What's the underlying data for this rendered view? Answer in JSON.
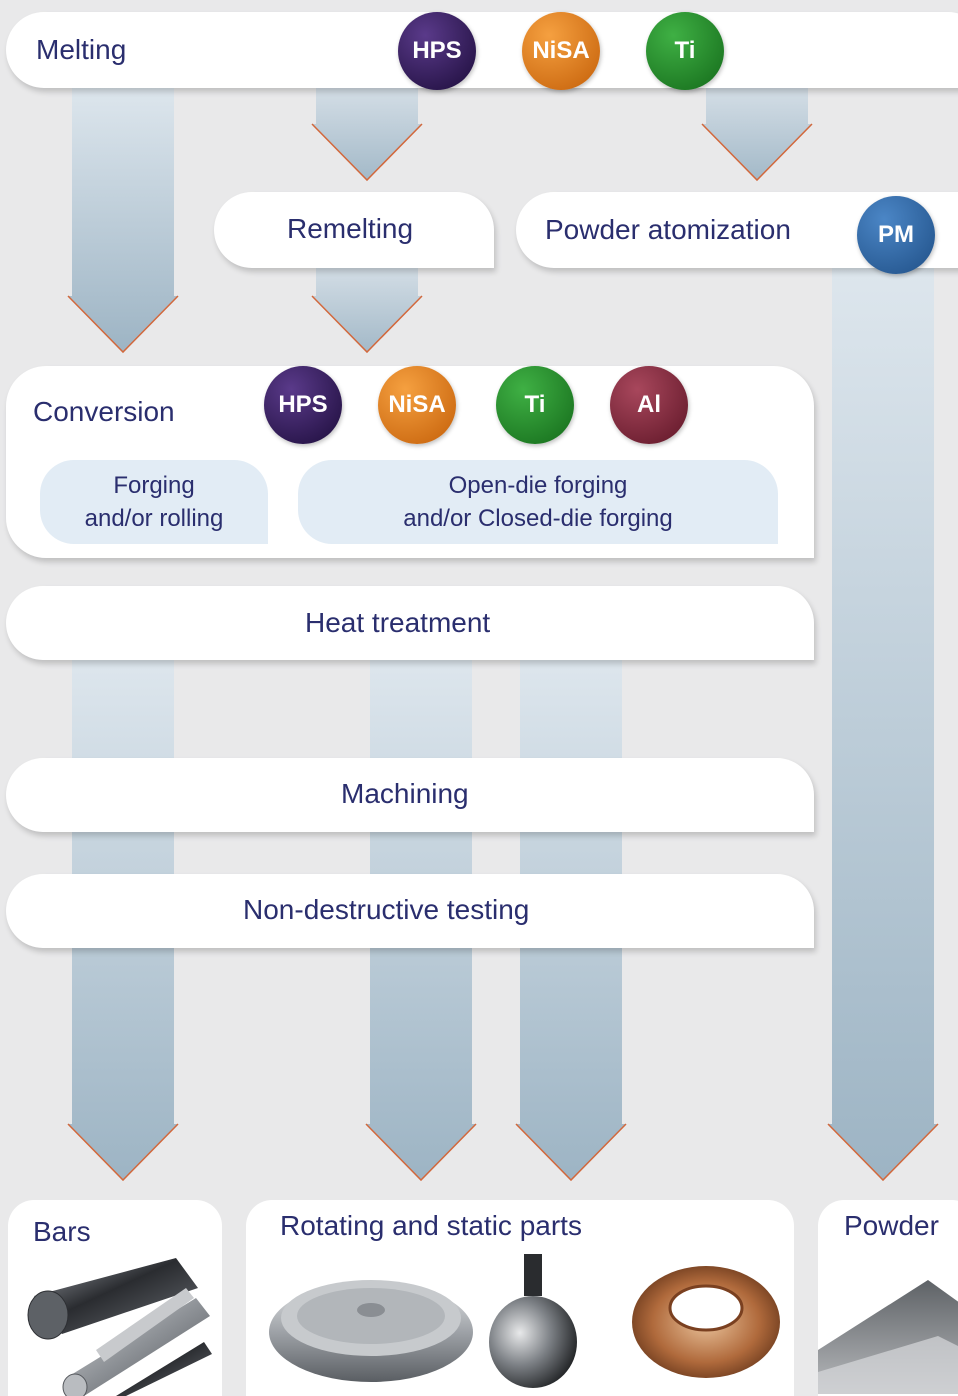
{
  "stages": {
    "melting": "Melting",
    "remelting": "Remelting",
    "powder_atomization": "Powder atomization",
    "conversion": "Conversion",
    "heat_treatment": "Heat treatment",
    "machining": "Machining",
    "ndt": "Non-destructive testing"
  },
  "conversion_options": {
    "left_line1": "Forging",
    "left_line2": "and/or rolling",
    "right_line1": "Open-die forging",
    "right_line2": "and/or Closed-die forging"
  },
  "badges": {
    "melting": [
      "HPS",
      "NiSA",
      "Ti"
    ],
    "powder": [
      "PM"
    ],
    "conversion": [
      "HPS",
      "NiSA",
      "Ti",
      "Al"
    ]
  },
  "outputs": {
    "bars": "Bars",
    "parts": "Rotating and static parts",
    "powder": "Powder"
  },
  "colors": {
    "HPS": "#2a1450",
    "NiSA": "#e07612",
    "Ti": "#1f8a26",
    "Al": "#7c2336",
    "PM": "#2a5f9a",
    "text": "#2a2e6e",
    "arrow_edge": "#d2683c"
  }
}
